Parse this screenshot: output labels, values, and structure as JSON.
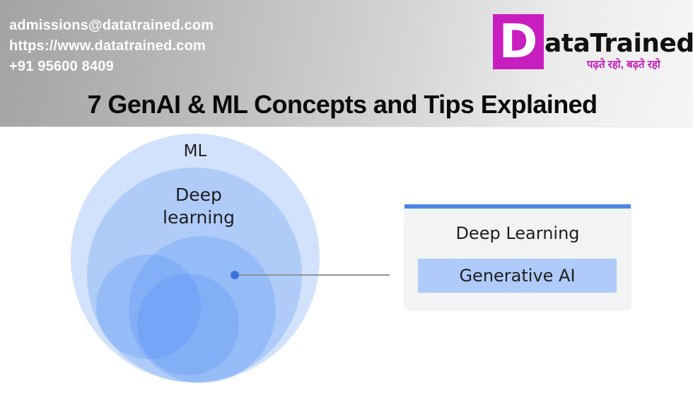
{
  "header": {
    "contact": {
      "email": "admissions@datatrained.com",
      "website": "https://www.datatrained.com",
      "phone": "+91 95600 8409"
    },
    "logo": {
      "initial": "D",
      "wordmark": "ataTrained",
      "tagline": "पढ़ते रहो, बढ़ते रहो",
      "brand_color": "#c91ebf"
    },
    "title": "7 GenAI & ML Concepts and Tips Explained"
  },
  "diagram": {
    "circles": [
      {
        "label": "ML"
      },
      {
        "label": "Deep learning"
      }
    ],
    "labels": {
      "ml": "ML",
      "deep_learning": "Deep\nlearning"
    },
    "accent_color": "#4285f4",
    "callout": {
      "title": "Deep Learning",
      "highlight": "Generative AI",
      "topbar_color": "#4a86e8",
      "highlight_color": "#aecbfa"
    }
  }
}
